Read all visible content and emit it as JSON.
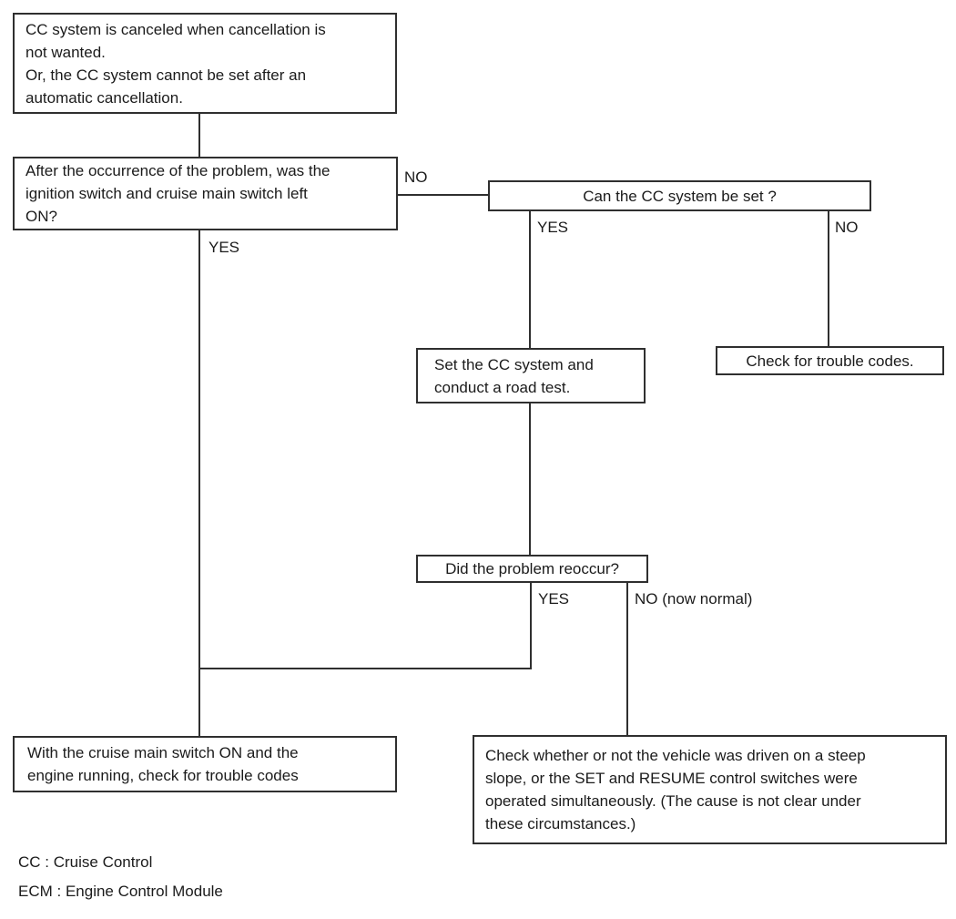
{
  "diagram": {
    "subject": "Cruise control system diagnostic flowchart",
    "colors": {
      "background": "#ffffff",
      "line": "#2f2f2f",
      "text": "#1b1b1b"
    },
    "nodes": {
      "problem": {
        "text": "CC system is canceled when cancellation is\nnot wanted.\nOr, the CC system cannot be set after an\nautomatic cancellation."
      },
      "ignition": {
        "text": "After the occurrence of the problem, was the\nignition switch and cruise main switch left\nON?"
      },
      "can_set": {
        "text": "Can the CC system be set ?"
      },
      "road_test": {
        "text": "Set the CC system and\nconduct a road test."
      },
      "trouble_codes": {
        "text": "Check for trouble codes."
      },
      "reoccur": {
        "text": "Did the problem reoccur?"
      },
      "check_codes": {
        "text": "With the cruise main switch ON and the\nengine running, check for trouble codes"
      },
      "steep_slope": {
        "text": "Check whether or not the vehicle was driven on a steep\nslope, or the SET and RESUME control switches were\noperated simultaneously. (The cause is not clear under\nthese circumstances.)"
      }
    },
    "labels": {
      "ignition_no": "NO",
      "ignition_yes": "YES",
      "can_set_yes": "YES",
      "can_set_no": "NO",
      "reoccur_yes": "YES",
      "reoccur_no": "NO (now normal)"
    },
    "legend": {
      "cc": "CC : Cruise Control",
      "ecm": "ECM : Engine Control Module"
    }
  }
}
